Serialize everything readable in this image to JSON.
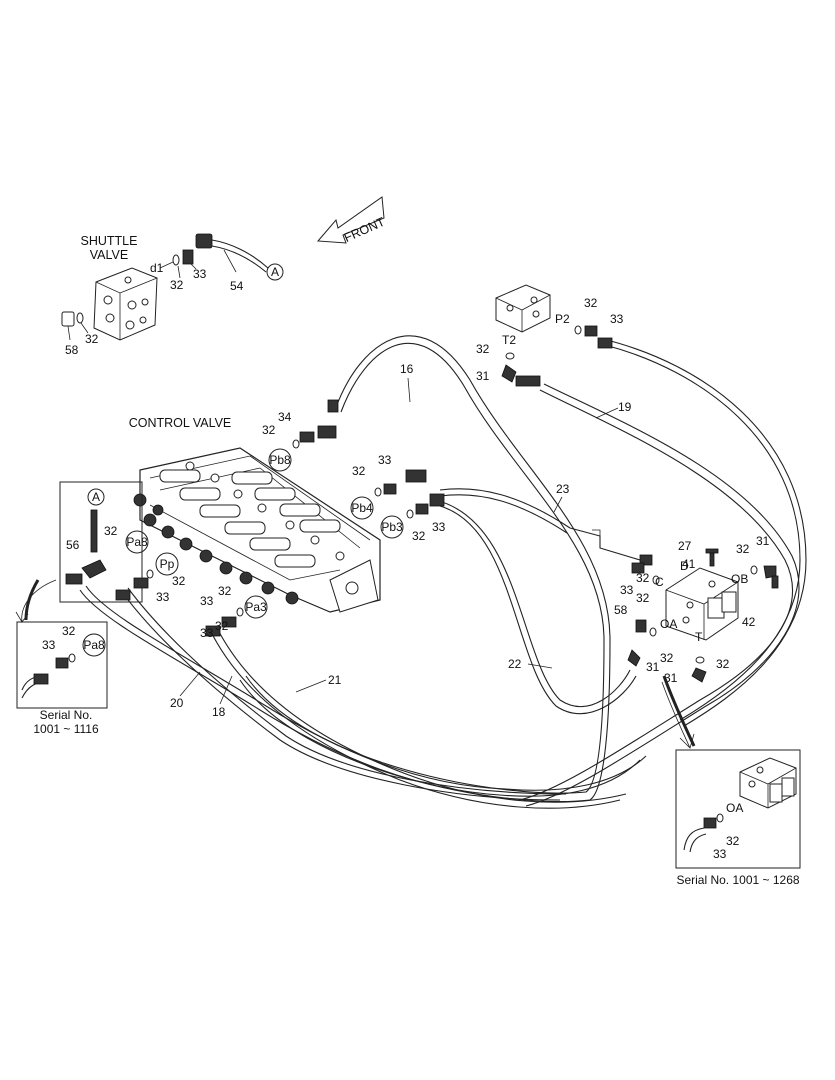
{
  "front_arrow": {
    "label": "FRONT"
  },
  "shuttle": {
    "title_line1": "SHUTTLE",
    "title_line2": "VALVE",
    "callouts": [
      "d1",
      "32",
      "33",
      "54",
      "58",
      "32"
    ],
    "ref_circle": "A"
  },
  "control_valve": {
    "title": "CONTROL VALVE",
    "ports": [
      "Pb8",
      "Pb4",
      "Pb3",
      "Pa8",
      "Pp",
      "Pa3"
    ],
    "ref_circle": "A",
    "callouts": [
      "34",
      "32",
      "33",
      "32",
      "33",
      "32",
      "33",
      "32",
      "56",
      "32",
      "33",
      "33",
      "32",
      "32",
      "16"
    ]
  },
  "block_valve": {
    "ports": [
      "P2",
      "T2"
    ],
    "callouts": [
      "32",
      "33",
      "32",
      "31",
      "19"
    ]
  },
  "right_valve": {
    "ports": [
      "D",
      "C",
      "OB",
      "OA",
      "T"
    ],
    "callouts": [
      "27",
      "41",
      "32",
      "31",
      "33",
      "32",
      "58",
      "32",
      "31",
      "32",
      "42",
      "32",
      "31",
      "23",
      "22"
    ]
  },
  "hoses": [
    "20",
    "18",
    "21"
  ],
  "inset_left": {
    "port": "Pa8",
    "callouts": [
      "32",
      "33"
    ],
    "caption_line1": "Serial No.",
    "caption_line2": "1001 ~ 1116"
  },
  "inset_right": {
    "port": "OA",
    "callouts": [
      "32",
      "33"
    ],
    "caption": "Serial No. 1001 ~ 1268"
  }
}
